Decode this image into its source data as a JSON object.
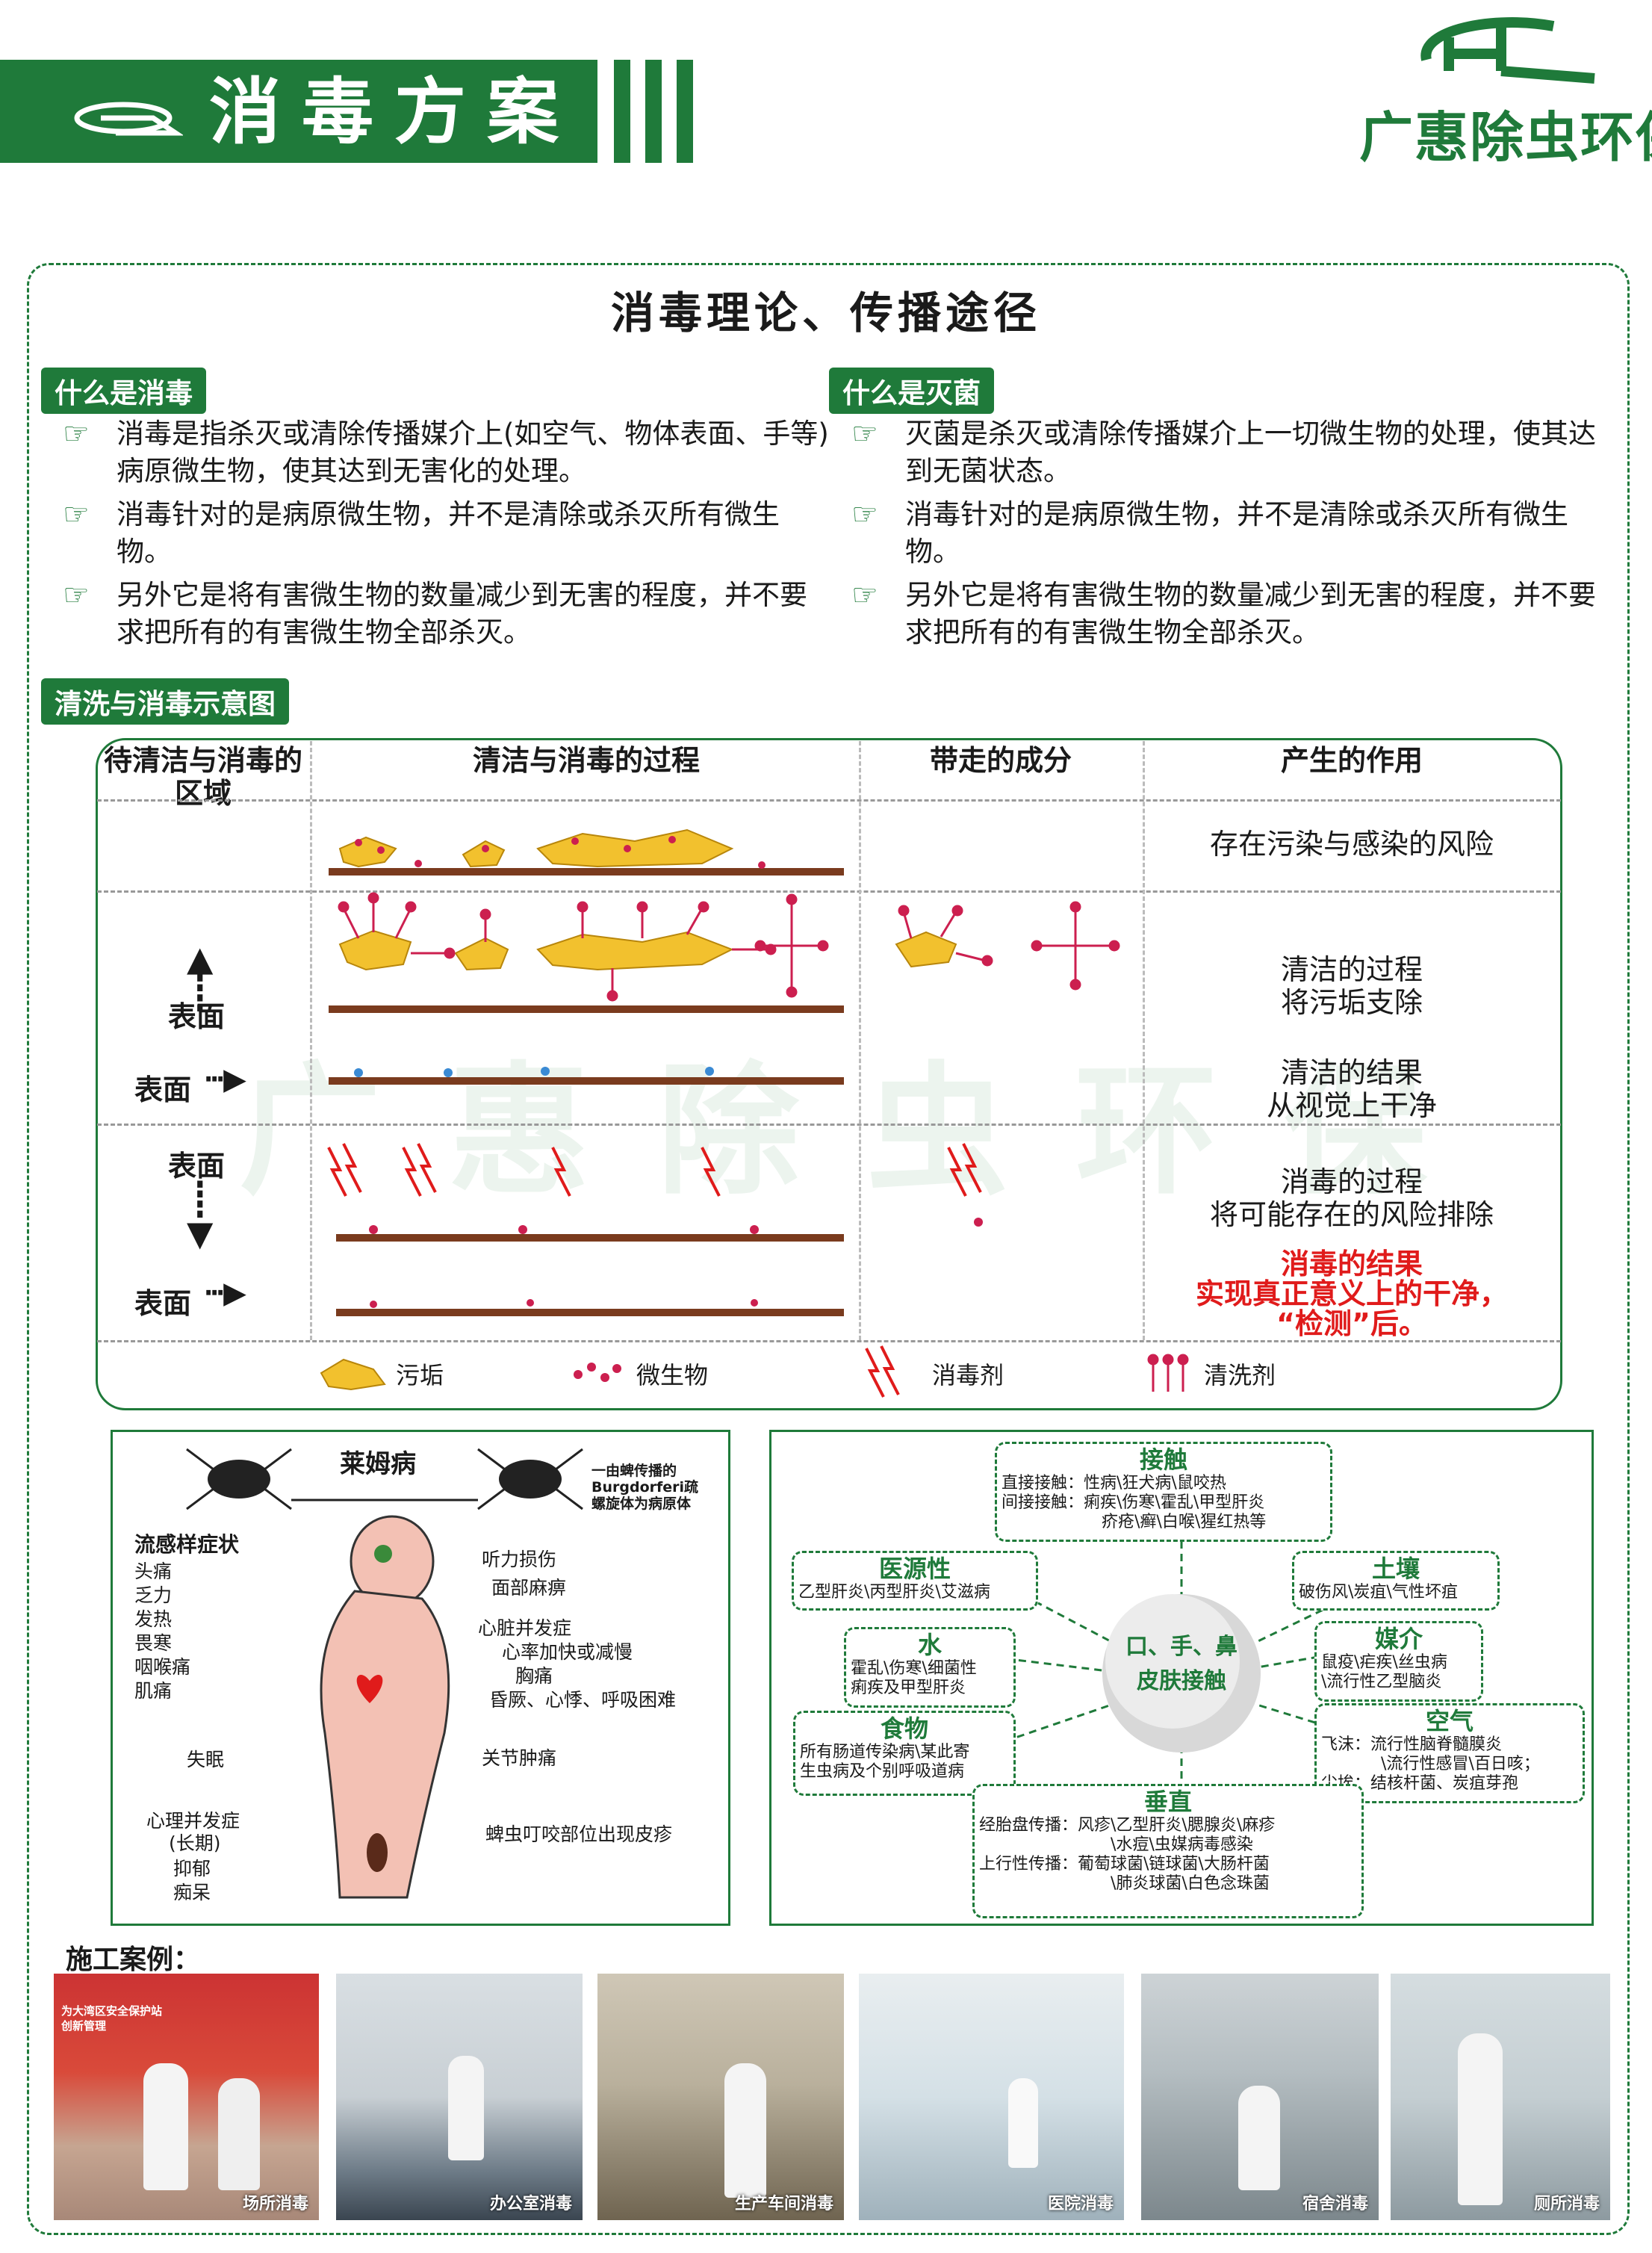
{
  "header": {
    "title": "消毒方案",
    "brand": "广惠除虫环保"
  },
  "section": {
    "title": "消毒理论、传播途径"
  },
  "left": {
    "tag": "什么是消毒",
    "bullets": [
      "消毒是指杀灭或清除传播媒介上(如空气、物体表面、手等)病原微生物，使其达到无害化的处理。",
      "消毒针对的是病原微生物，并不是清除或杀灭所有微生物。",
      "另外它是将有害微生物的数量减少到无害的程度，并不要求把所有的有害微生物全部杀灭。"
    ]
  },
  "right": {
    "tag": "什么是灭菌",
    "bullets": [
      "灭菌是杀灭或清除传播媒介上一切微生物的处理，使其达到无菌状态。",
      "消毒针对的是病原微生物，并不是清除或杀灭所有微生物。",
      "另外它是将有害微生物的数量减少到无害的程度，并不要求把所有的有害微生物全部杀灭。"
    ]
  },
  "diagram": {
    "tag": "清洗与消毒示意图",
    "headers": [
      "待清洁与消毒的区域",
      "清洁与消毒的过程",
      "带走的成分",
      "产生的作用"
    ],
    "row1_effect": "存在污染与感染的风险",
    "surface_label": "表面",
    "clean_process": [
      "清洁的过程",
      "将污垢支除"
    ],
    "clean_result": [
      "清洁的结果",
      "从视觉上干净"
    ],
    "disinfect_process": [
      "消毒的过程",
      "将可能存在的风险排除"
    ],
    "disinfect_result": [
      "消毒的结果",
      "实现真正意义上的干净，",
      "“检测”后。"
    ],
    "legend": [
      "污垢",
      "微生物",
      "消毒剂",
      "清洗剂"
    ]
  },
  "lyme": {
    "title": "莱姆病",
    "note": [
      "一由蜱传播的",
      "Burgdorferi疏",
      "螺旋体为病原体"
    ],
    "flu_title": "流感样症状",
    "flu": [
      "头痛",
      "乏力",
      "发热",
      "畏寒",
      "咽喉痛",
      "肌痛"
    ],
    "labels": [
      "听力损伤",
      "面部麻痹",
      "心脏并发症",
      "心率加快或减慢",
      "胸痛",
      "昏厥、心悸、呼吸困难",
      "关节肿痛",
      "蜱虫叮咬部位出现皮疹",
      "失眠",
      "心理并发症",
      "(长期)",
      "抑郁",
      "痴呆"
    ]
  },
  "transmission": {
    "center": [
      "口、手、鼻",
      "皮肤接触"
    ],
    "nodes": [
      {
        "title": "接触",
        "lines": [
          "直接接触：性病\\狂犬病\\鼠咬热",
          "间接接触：痢疾\\伤寒\\霍乱\\甲型肝炎",
          "疥疮\\癣\\白喉\\猩红热等"
        ]
      },
      {
        "title": "医源性",
        "lines": [
          "乙型肝炎\\丙型肝炎\\艾滋病"
        ]
      },
      {
        "title": "土壤",
        "lines": [
          "破伤风\\炭疽\\气性坏疽"
        ]
      },
      {
        "title": "水",
        "lines": [
          "霍乱\\伤寒\\细菌性",
          "痢疾及甲型肝炎"
        ]
      },
      {
        "title": "媒介",
        "lines": [
          "鼠疫\\疟疾\\丝虫病",
          "\\流行性乙型脑炎"
        ]
      },
      {
        "title": "食物",
        "lines": [
          "所有肠道传染病\\某此寄",
          "生虫病及个别呼吸道病"
        ]
      },
      {
        "title": "空气",
        "lines": [
          "飞沫：流行性脑脊髓膜炎",
          "\\流行性感冒\\百日咳；",
          "尘埃：结核杆菌、炭疽芽孢"
        ]
      },
      {
        "title": "垂直",
        "lines": [
          "经胎盘传播：风疹\\乙型肝炎\\腮腺炎\\麻疹",
          "\\水痘\\虫媒病毒感染",
          "上行性传播：葡萄球菌\\链球菌\\大肠杆菌",
          "\\肺炎球菌\\白色念珠菌"
        ]
      }
    ]
  },
  "cases": {
    "title": "施工案例：",
    "items": [
      "场所消毒",
      "办公室消毒",
      "生产车间消毒",
      "医院消毒",
      "宿舍消毒",
      "厕所消毒"
    ],
    "banner": [
      "为大湾区安全保护站",
      "创新管理"
    ]
  },
  "colors": {
    "green": "#1f7a3a",
    "red": "#e01b1b",
    "dirt": "#f2c12e",
    "microbe": "#cc1f4f"
  }
}
